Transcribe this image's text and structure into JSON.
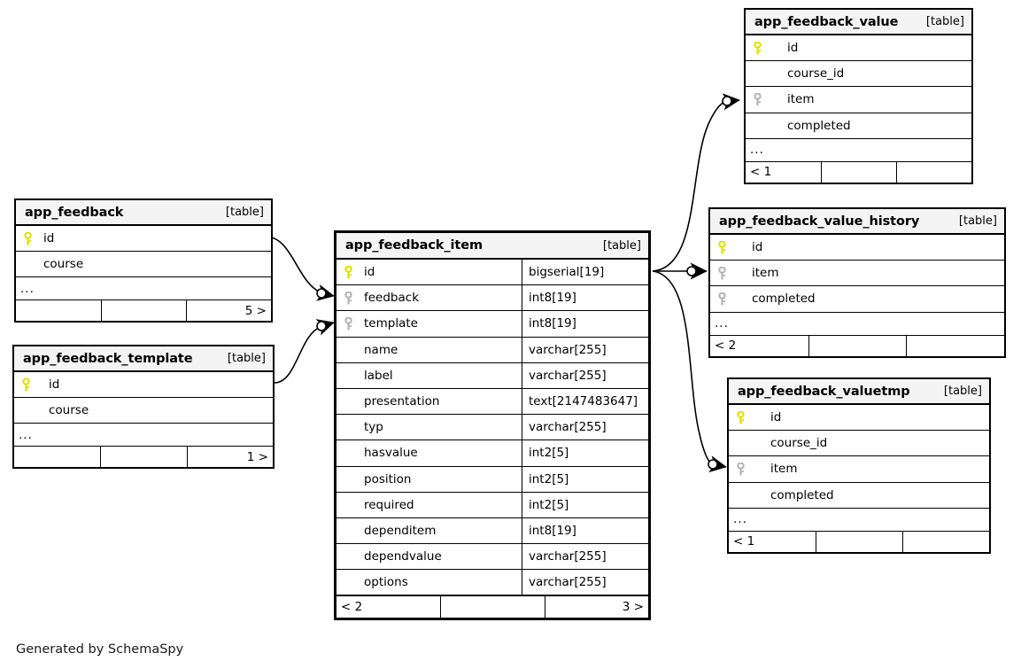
{
  "diagram": {
    "caption": "Generated by SchemaSpy",
    "table_tag": "[table]",
    "ellipsis": "...",
    "colors": {
      "pk_key": "#e8e80c",
      "fk_key": "#b0b0b0",
      "header_bg": "#f4f4f4",
      "border": "#000000"
    }
  },
  "tables": {
    "app_feedback": {
      "name": "app_feedback",
      "tag": "[table]",
      "columns": [
        {
          "name": "id",
          "key": "pk",
          "type": ""
        },
        {
          "name": "course",
          "key": "none",
          "type": ""
        }
      ],
      "ellipsis": "...",
      "footer": {
        "left": "",
        "middle": "",
        "right": "5 >"
      }
    },
    "app_feedback_template": {
      "name": "app_feedback_template",
      "tag": "[table]",
      "columns": [
        {
          "name": "id",
          "key": "pk",
          "type": ""
        },
        {
          "name": "course",
          "key": "none",
          "type": ""
        }
      ],
      "ellipsis": "...",
      "footer": {
        "left": "",
        "middle": "",
        "right": "1 >"
      }
    },
    "app_feedback_item": {
      "name": "app_feedback_item",
      "tag": "[table]",
      "columns": [
        {
          "name": "id",
          "key": "pk",
          "type": "bigserial[19]"
        },
        {
          "name": "feedback",
          "key": "fk",
          "type": "int8[19]"
        },
        {
          "name": "template",
          "key": "fk",
          "type": "int8[19]"
        },
        {
          "name": "name",
          "key": "none",
          "type": "varchar[255]"
        },
        {
          "name": "label",
          "key": "none",
          "type": "varchar[255]"
        },
        {
          "name": "presentation",
          "key": "none",
          "type": "text[2147483647]"
        },
        {
          "name": "typ",
          "key": "none",
          "type": "varchar[255]"
        },
        {
          "name": "hasvalue",
          "key": "none",
          "type": "int2[5]"
        },
        {
          "name": "position",
          "key": "none",
          "type": "int2[5]"
        },
        {
          "name": "required",
          "key": "none",
          "type": "int2[5]"
        },
        {
          "name": "dependitem",
          "key": "none",
          "type": "int8[19]"
        },
        {
          "name": "dependvalue",
          "key": "none",
          "type": "varchar[255]"
        },
        {
          "name": "options",
          "key": "none",
          "type": "varchar[255]"
        }
      ],
      "footer": {
        "left": "< 2",
        "middle": "",
        "right": "3 >"
      }
    },
    "app_feedback_value": {
      "name": "app_feedback_value",
      "tag": "[table]",
      "columns": [
        {
          "name": "id",
          "key": "pk",
          "type": ""
        },
        {
          "name": "course_id",
          "key": "none",
          "type": ""
        },
        {
          "name": "item",
          "key": "fk",
          "type": ""
        },
        {
          "name": "completed",
          "key": "none",
          "type": ""
        }
      ],
      "ellipsis": "...",
      "footer": {
        "left": "< 1",
        "middle": "",
        "right": ""
      }
    },
    "app_feedback_value_history": {
      "name": "app_feedback_value_history",
      "tag": "[table]",
      "columns": [
        {
          "name": "id",
          "key": "pk",
          "type": ""
        },
        {
          "name": "item",
          "key": "fk",
          "type": ""
        },
        {
          "name": "completed",
          "key": "fk",
          "type": ""
        }
      ],
      "ellipsis": "...",
      "footer": {
        "left": "< 2",
        "middle": "",
        "right": ""
      }
    },
    "app_feedback_valuetmp": {
      "name": "app_feedback_valuetmp",
      "tag": "[table]",
      "columns": [
        {
          "name": "id",
          "key": "pk",
          "type": ""
        },
        {
          "name": "course_id",
          "key": "none",
          "type": ""
        },
        {
          "name": "item",
          "key": "fk",
          "type": ""
        },
        {
          "name": "completed",
          "key": "none",
          "type": ""
        }
      ],
      "ellipsis": "...",
      "footer": {
        "left": "< 1",
        "middle": "",
        "right": ""
      }
    }
  },
  "relationships": [
    {
      "from": "app_feedback.id",
      "to": "app_feedback_item.feedback"
    },
    {
      "from": "app_feedback_template.id",
      "to": "app_feedback_item.template"
    },
    {
      "from": "app_feedback_item.id",
      "to": "app_feedback_value.item"
    },
    {
      "from": "app_feedback_item.id",
      "to": "app_feedback_value_history.item"
    },
    {
      "from": "app_feedback_item.id",
      "to": "app_feedback_valuetmp.item"
    }
  ]
}
